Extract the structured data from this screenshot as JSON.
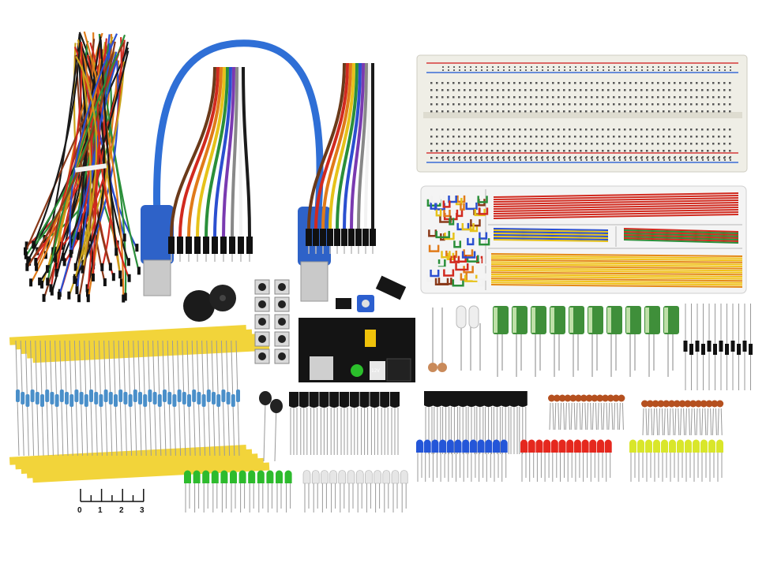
{
  "scene": {
    "description_kind": "product-photo",
    "background": "#ffffff"
  },
  "ruler": {
    "labels": [
      "0",
      "1",
      "2",
      "3"
    ]
  },
  "power_module": {
    "label": "12V"
  },
  "colors": {
    "usb_blue": "#2f6fd6",
    "breadboard": "#efeee6",
    "rail_red": "#d63a3a",
    "rail_blue": "#3a6bd6",
    "capacitor_green": "#3f8f3a",
    "resistor_tape": "#f2d43a",
    "led_red": "#e5281e",
    "led_blue": "#2456d8",
    "led_green": "#2dbb2d",
    "led_yellow": "#d9e62a",
    "led_white": "#e6e6e6"
  }
}
